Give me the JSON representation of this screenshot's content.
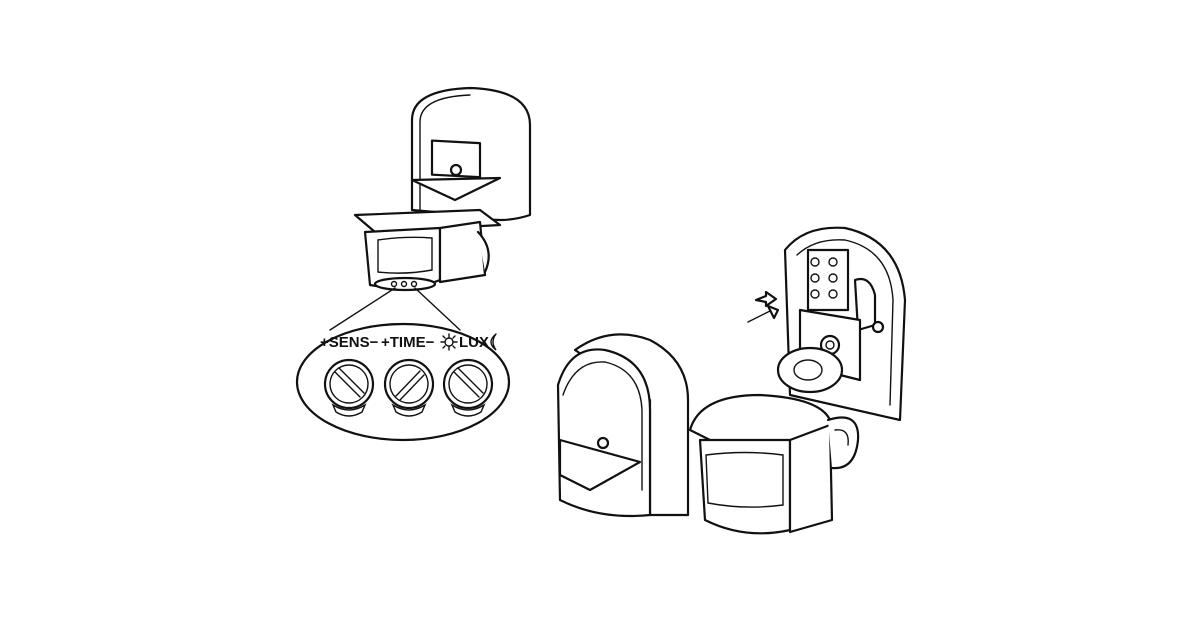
{
  "diagram": {
    "labels": {
      "sens": "+SENS−",
      "time": "+TIME−",
      "lux": "LUX"
    },
    "icons": [
      "sun-icon",
      "moon-icon",
      "insert-arrow-icon"
    ],
    "line_color": "#111111",
    "background": "#ffffff"
  }
}
